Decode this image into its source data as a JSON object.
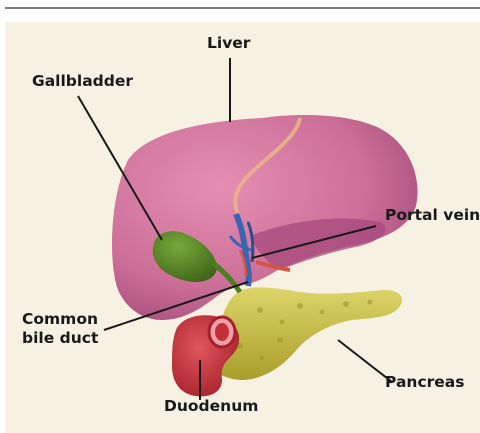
{
  "labels": {
    "liver": "Liver",
    "gallbladder": "Gallbladder",
    "portal_vein": "Portal vein",
    "common_bile_duct_line1": "Common",
    "common_bile_duct_line2": "bile duct",
    "pancreas": "Pancreas",
    "duodenum": "Duodenum"
  },
  "colors": {
    "panel_background": "#f6f1e2",
    "rule": "#7a7a7a",
    "liver": "#cc6f98",
    "liver_shadow": "#9e4676",
    "gallbladder": "#4f7d23",
    "pancreas": "#c9c244",
    "duodenum": "#c8323a",
    "portal_vein": "#3d64b0",
    "leader_line": "#1a1a1a"
  }
}
